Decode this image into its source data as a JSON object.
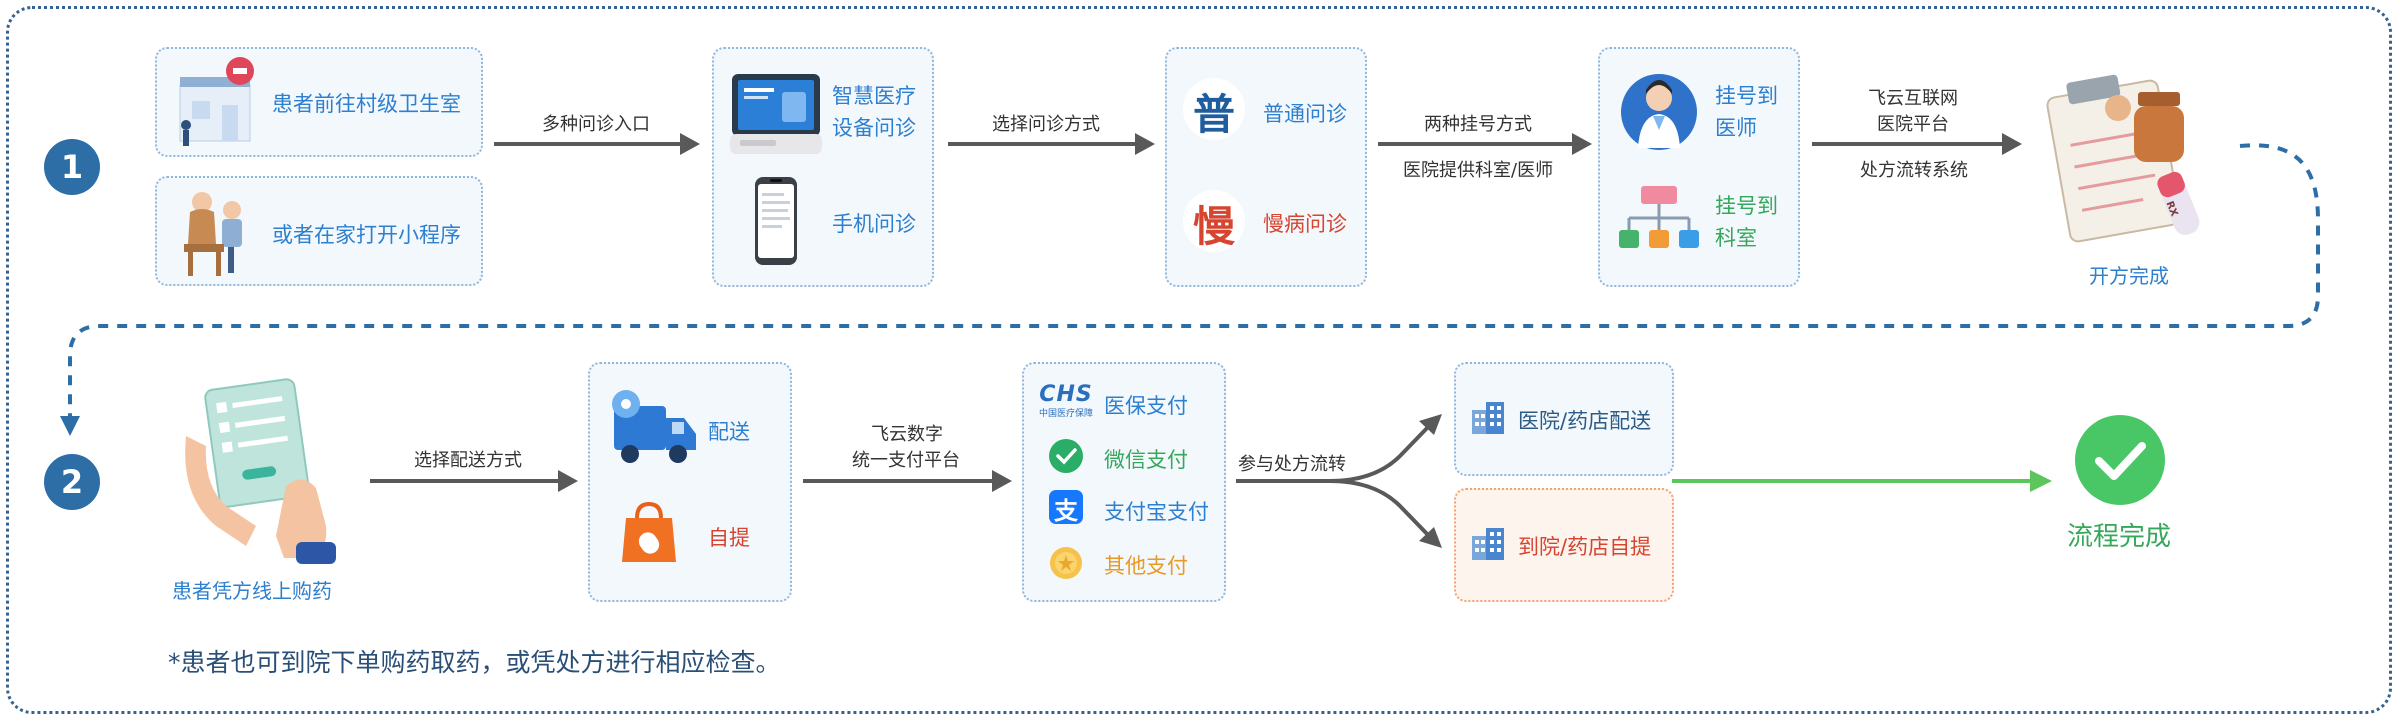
{
  "steps": [
    "1",
    "2"
  ],
  "row1": {
    "start": {
      "village": "患者前往村级卫生室",
      "home": "或者在家打开小程序",
      "arrow": "多种问诊入口"
    },
    "devices": {
      "smart_line1": "智慧医疗",
      "smart_line2": "设备问诊",
      "phone": "手机问诊",
      "arrow": "选择问诊方式"
    },
    "consult": {
      "general_char": "普",
      "general": "普通问诊",
      "chronic_char": "慢",
      "chronic": "慢病问诊",
      "arrow_top": "两种挂号方式",
      "arrow_bottom": "医院提供科室/医师"
    },
    "register": {
      "doctor_line1": "挂号到",
      "doctor_line2": "医师",
      "dept_line1": "挂号到",
      "dept_line2": "科室",
      "arrow_line1": "飞云互联网",
      "arrow_line2": "医院平台",
      "arrow_bottom": "处方流转系统"
    },
    "prescription_done": "开方完成",
    "rx_label": "RX"
  },
  "row2": {
    "buy": "患者凭方线上购药",
    "arrow1": "选择配送方式",
    "delivery": "配送",
    "pickup": "自提",
    "arrow2_line1": "飞云数字",
    "arrow2_line2": "统一支付平台",
    "payment": {
      "chs_logo": "CHS",
      "chs_sub": "中国医疗保障",
      "medical_insurance": "医保支付",
      "wechat": "微信支付",
      "alipay_char": "支",
      "alipay": "支付宝支付",
      "other": "其他支付"
    },
    "arrow3": "参与处方流转",
    "hospital_delivery": "医院/药店配送",
    "hospital_pickup": "到院/药店自提",
    "finish": "流程完成"
  },
  "footnote": "*患者也可到院下单购药取药，或凭处方进行相应检查。",
  "colors": {
    "frame": "#34638f",
    "step_circle": "#2d6ea7",
    "text_blue": "#2d7fd0",
    "text_red": "#d64530",
    "text_green": "#35a85a",
    "text_gold": "#e79a25",
    "arrow": "#595959",
    "finish_green": "#49c767"
  }
}
